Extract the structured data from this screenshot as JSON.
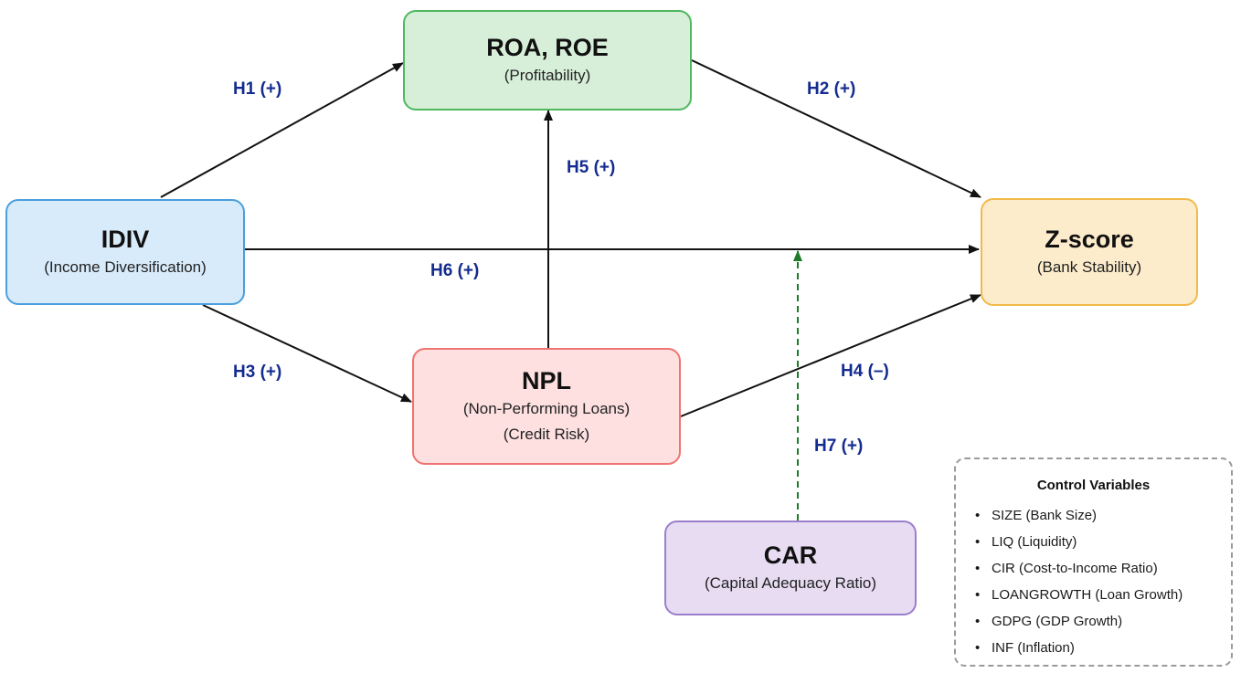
{
  "nodes": {
    "roa": {
      "title": "ROA, ROE",
      "subtitle": "(Profitability)"
    },
    "idiv": {
      "title": "IDIV",
      "subtitle": "(Income Diversification)"
    },
    "zscore": {
      "title": "Z-score",
      "subtitle": "(Bank Stability)"
    },
    "npl": {
      "title": "NPL",
      "subtitle": "(Non-Performing Loans)",
      "subtitle2": "(Credit Risk)"
    },
    "car": {
      "title": "CAR",
      "subtitle": "(Capital Adequacy Ratio)"
    }
  },
  "hypotheses": {
    "h1": "H1 (+)",
    "h2": "H2 (+)",
    "h3": "H3 (+)",
    "h4": "H4 (–)",
    "h5": "H5 (+)",
    "h6": "H6 (+)",
    "h7": "H7 (+)"
  },
  "controls": {
    "title": "Control Variables",
    "items": [
      "SIZE (Bank Size)",
      "LIQ (Liquidity)",
      "CIR (Cost-to-Income Ratio)",
      "LOANGROWTH (Loan Growth)",
      "GDPG (GDP Growth)",
      "INF (Inflation)"
    ]
  },
  "colors": {
    "arrow": "#111111",
    "moderator_arrow": "#1f7a2a",
    "hypothesis_text": "#142c8f"
  }
}
